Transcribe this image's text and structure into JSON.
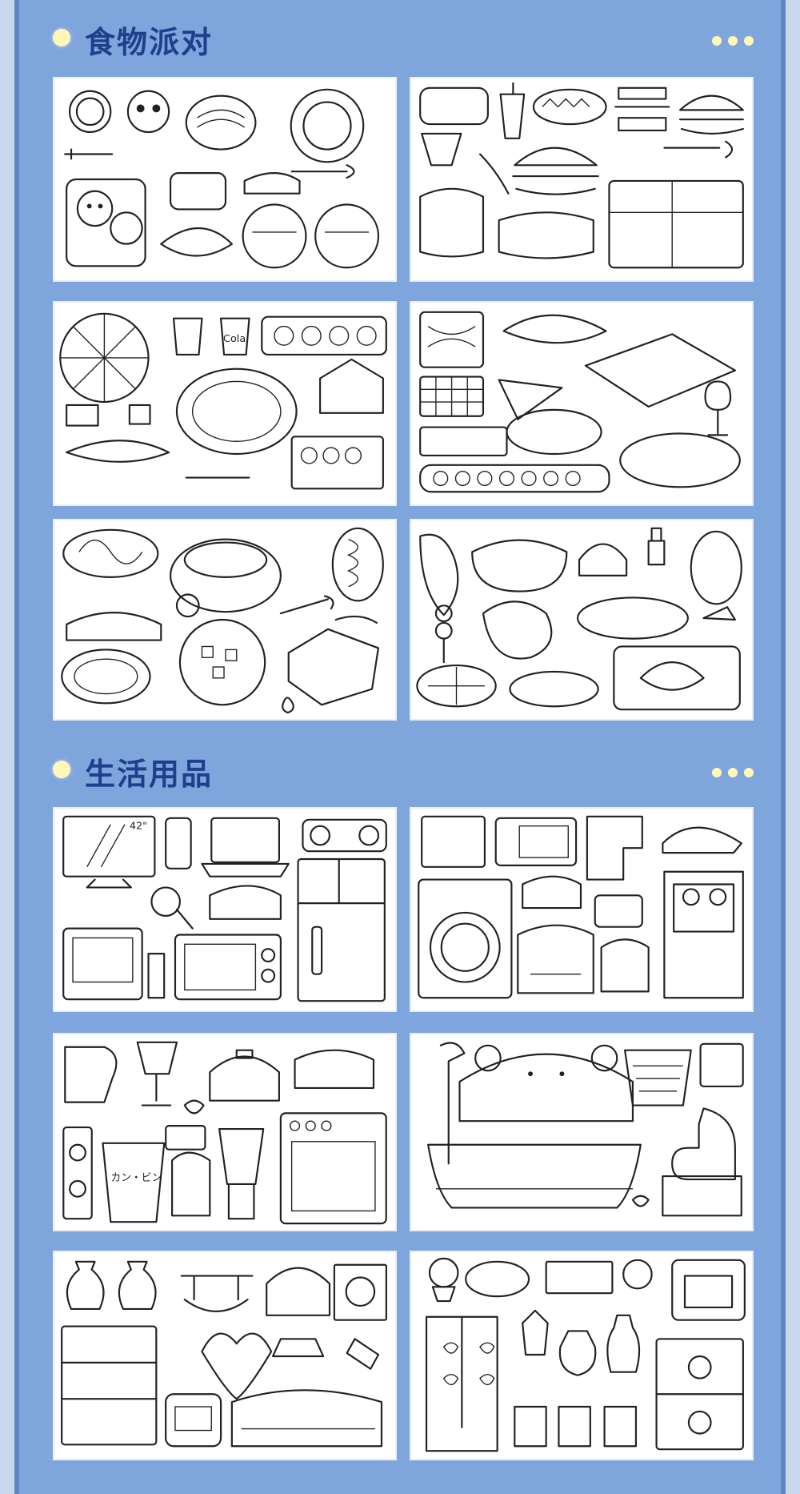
{
  "sections": [
    {
      "title": "食物派对",
      "more_icon": "dots-icon"
    },
    {
      "title": "生活用品",
      "more_icon": "dots-icon"
    }
  ],
  "labels": {
    "tv_size": "42\"",
    "cola": "Cola",
    "kana": "カン・ビン"
  },
  "colors": {
    "accent": "#1f3e8c",
    "frame": "#7fa6dc",
    "dot": "#fff7b8"
  }
}
